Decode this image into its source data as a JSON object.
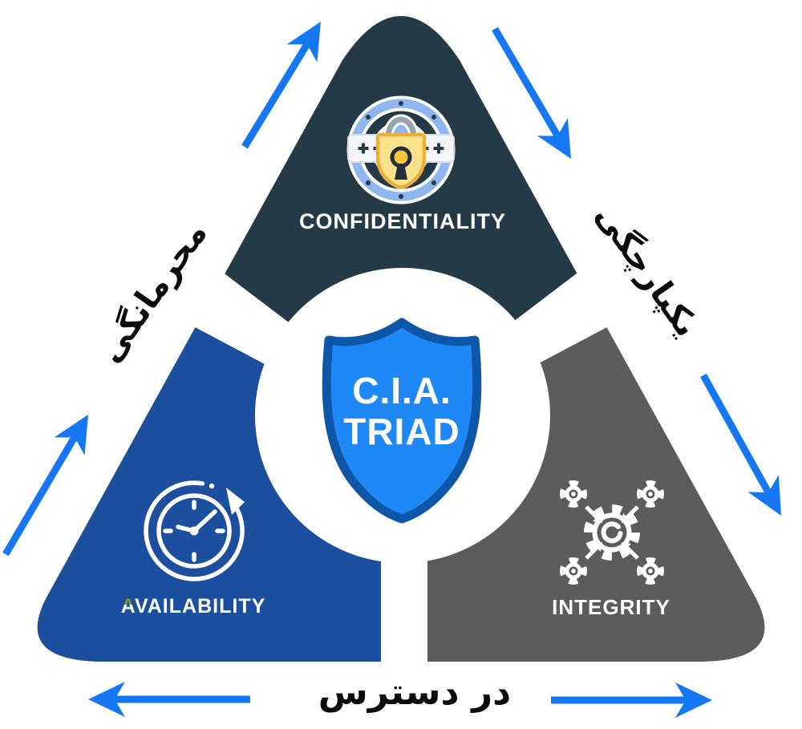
{
  "diagram": {
    "title": "C.I.A. TRIAD",
    "center": {
      "title_line1": "C.I.A.",
      "title_line2": "TRIAD"
    },
    "sections": [
      {
        "id": "confidentiality",
        "label": "CONFIDENTIALITY",
        "label_fa": "محرمانگی",
        "color": "#253A47"
      },
      {
        "id": "availability",
        "label_first": "A",
        "label_rest": "VAILABILITY",
        "label_fa": "در دسترس",
        "color": "#1C509E"
      },
      {
        "id": "integrity",
        "label": "INTEGRITY",
        "label_fa": "یکپارچگی",
        "color": "#5C5C5C"
      }
    ],
    "colors": {
      "arrow": "#1677F3",
      "shield_fill": "#1E88F7",
      "shield_border": "#0E56A8",
      "lock_ring": "#8DB7EE",
      "lock_body": "#FBE187",
      "lock_gold": "#EDAE3C",
      "lock_dark": "#2A3A46",
      "icon_stroke": "#FFFFFF",
      "availability_accent": "#7D9738",
      "text_dark": "#0B0B0B"
    }
  }
}
